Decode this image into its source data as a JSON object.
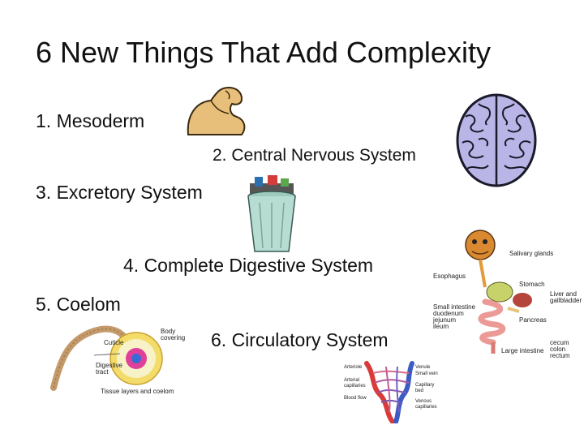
{
  "slide": {
    "title": "6  New Things That Add Complexity",
    "items": [
      "1.  Mesoderm",
      "2. Central Nervous System",
      "3. Excretory System",
      "4. Complete Digestive System",
      "5. Coelom",
      "6. Circulatory System"
    ]
  },
  "digestive_labels": {
    "salivary": "Salivary glands",
    "esophagus": "Esophagus",
    "stomach": "Stomach",
    "liver": "Liver and",
    "gallbladder": "gallbladder",
    "small1": "Small intestine",
    "small2": "duodenum",
    "small3": "jejunum",
    "small4": "ileum",
    "pancreas": "Pancreas",
    "large": "Large intestine",
    "cecum": "cecum",
    "colon": "colon",
    "rectum": "rectum"
  },
  "coelom_labels": {
    "cuticle": "Cuticle",
    "body1": "Body",
    "body2": "covering",
    "digestive1": "Digestive",
    "digestive2": "tract",
    "tissue": "Tissue layers and coelom"
  },
  "circulatory_labels": {
    "arteriole": "Arteriole",
    "arterial1": "Arterial",
    "arterial2": "capillaries",
    "blood": "Blood flow",
    "venule": "Venule",
    "small_vein": "Small vein",
    "capillary1": "Capillary",
    "capillary2": "bed",
    "venous1": "Venous",
    "venous2": "capillaries"
  },
  "colors": {
    "arm": "#e7bf7a",
    "brain": "#b9b5e6",
    "trash": "#b7dcd2",
    "stomach": "#c8d26a",
    "intestine": "#ec9a96",
    "vessels_red": "#d93a3a",
    "vessels_blue": "#3c5cc4"
  }
}
